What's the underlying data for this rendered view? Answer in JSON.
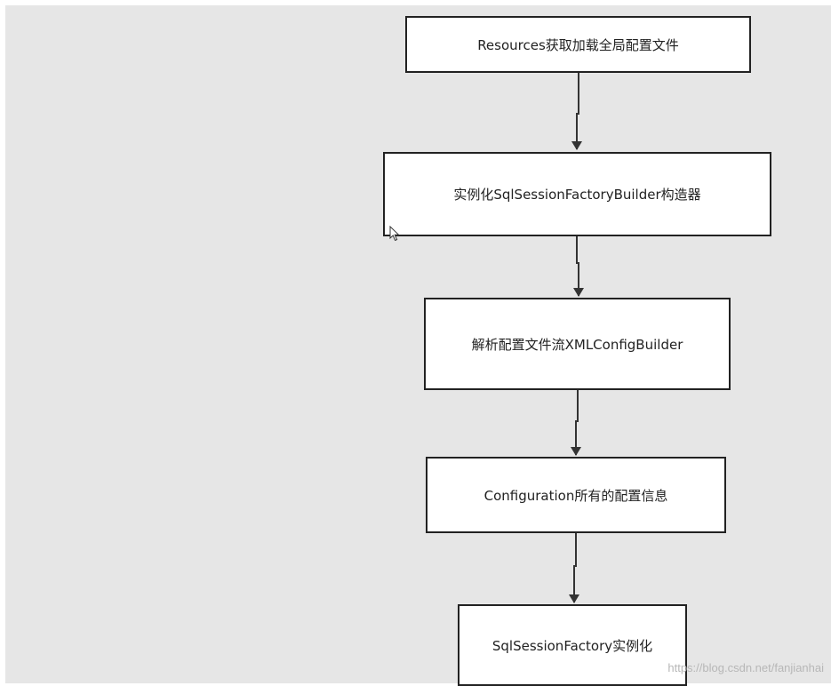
{
  "diagram": {
    "nodes": [
      {
        "id": "n1",
        "label": "Resources获取加载全局配置文件"
      },
      {
        "id": "n2",
        "label": "实例化SqlSessionFactoryBuilder构造器"
      },
      {
        "id": "n3",
        "label": "解析配置文件流XMLConfigBuilder"
      },
      {
        "id": "n4",
        "label": "Configuration所有的配置信息"
      },
      {
        "id": "n5",
        "label": "SqlSessionFactory实例化"
      }
    ],
    "edges": [
      {
        "from": "n1",
        "to": "n2"
      },
      {
        "from": "n2",
        "to": "n3"
      },
      {
        "from": "n3",
        "to": "n4"
      },
      {
        "from": "n4",
        "to": "n5"
      }
    ]
  },
  "watermark": "https://blog.csdn.net/fanjianhai",
  "colors": {
    "canvas": "#e6e6e6",
    "node_fill": "#ffffff",
    "stroke": "#222222",
    "watermark": "#b7b7b7"
  }
}
